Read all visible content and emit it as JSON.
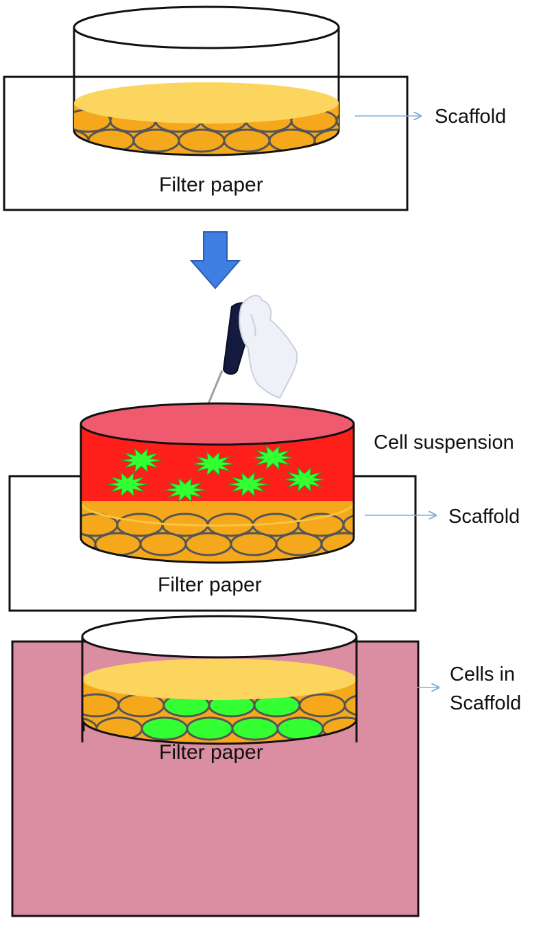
{
  "panels": [
    {
      "paper_label": "Filter paper",
      "scaffold_label": "Scaffold"
    },
    {
      "paper_label": "Filter paper",
      "scaffold_label": "Scaffold",
      "suspension_label": "Cell suspension"
    },
    {
      "paper_label": "Filter paper",
      "scaffold_label_line1": "Cells in",
      "scaffold_label_line2": "Scaffold"
    }
  ],
  "colors": {
    "scaffold_fill": "#f5a81c",
    "scaffold_top": "#fcd55e",
    "cell_suspension": "#ff1f1a",
    "suspension_top": "#ef5a6e",
    "cells_green": "#33ff33",
    "down_arrow": "#3f7fe3",
    "pointer_arrow": "#7db0dd",
    "filter_paper_pink": "#db8ea2"
  },
  "icons": [
    "down-arrow-icon",
    "pipette-icon",
    "gloved-hand-icon"
  ]
}
